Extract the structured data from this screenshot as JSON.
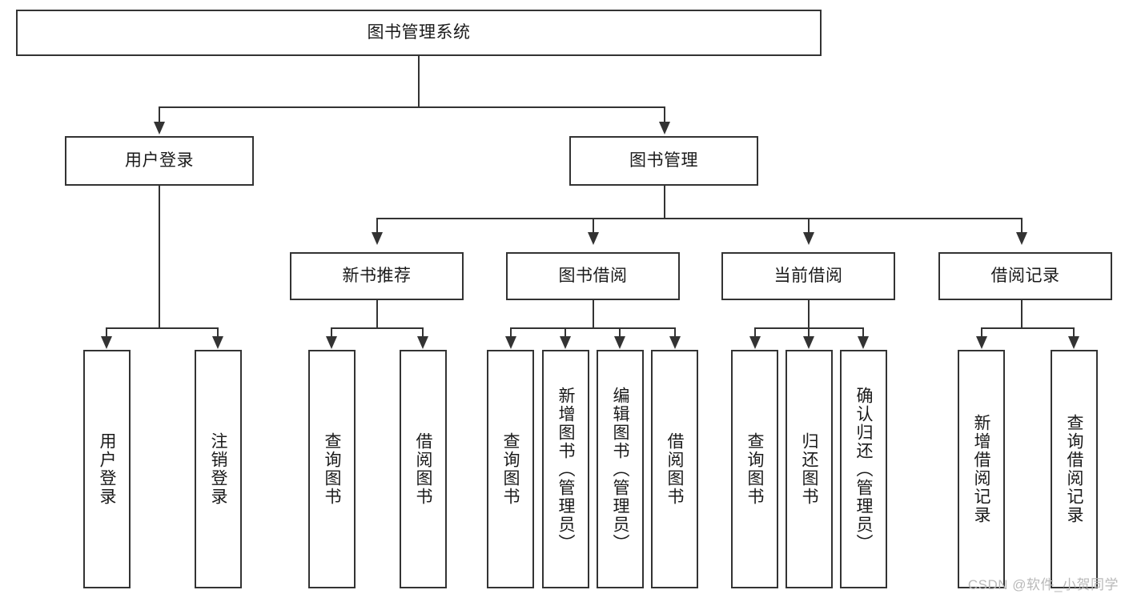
{
  "diagram": {
    "type": "tree",
    "title": "图书管理系统",
    "root": {
      "label": "图书管理系统"
    },
    "level1": [
      {
        "label": "用户登录"
      },
      {
        "label": "图书管理"
      }
    ],
    "level2": [
      {
        "label": "新书推荐"
      },
      {
        "label": "图书借阅"
      },
      {
        "label": "当前借阅"
      },
      {
        "label": "借阅记录"
      }
    ],
    "leaves": {
      "user_login": [
        {
          "label": "用户登录"
        },
        {
          "label": "注销登录"
        }
      ],
      "new_book_recommend": [
        {
          "label": "查询图书"
        },
        {
          "label": "借阅图书"
        }
      ],
      "book_borrow": [
        {
          "label": "查询图书"
        },
        {
          "label": "新增图书（管理员）"
        },
        {
          "label": "编辑图书（管理员）"
        },
        {
          "label": "借阅图书"
        }
      ],
      "current_borrow": [
        {
          "label": "查询图书"
        },
        {
          "label": "归还图书"
        },
        {
          "label": "确认归还（管理员）"
        }
      ],
      "borrow_record": [
        {
          "label": "新增借阅记录"
        },
        {
          "label": "查询借阅记录"
        }
      ]
    }
  },
  "watermark": {
    "text": "CSDN @软件_小贺同学"
  },
  "colors": {
    "border": "#333333",
    "text": "#1a1a1a",
    "background": "#ffffff",
    "watermark": "#b9b9b9"
  }
}
